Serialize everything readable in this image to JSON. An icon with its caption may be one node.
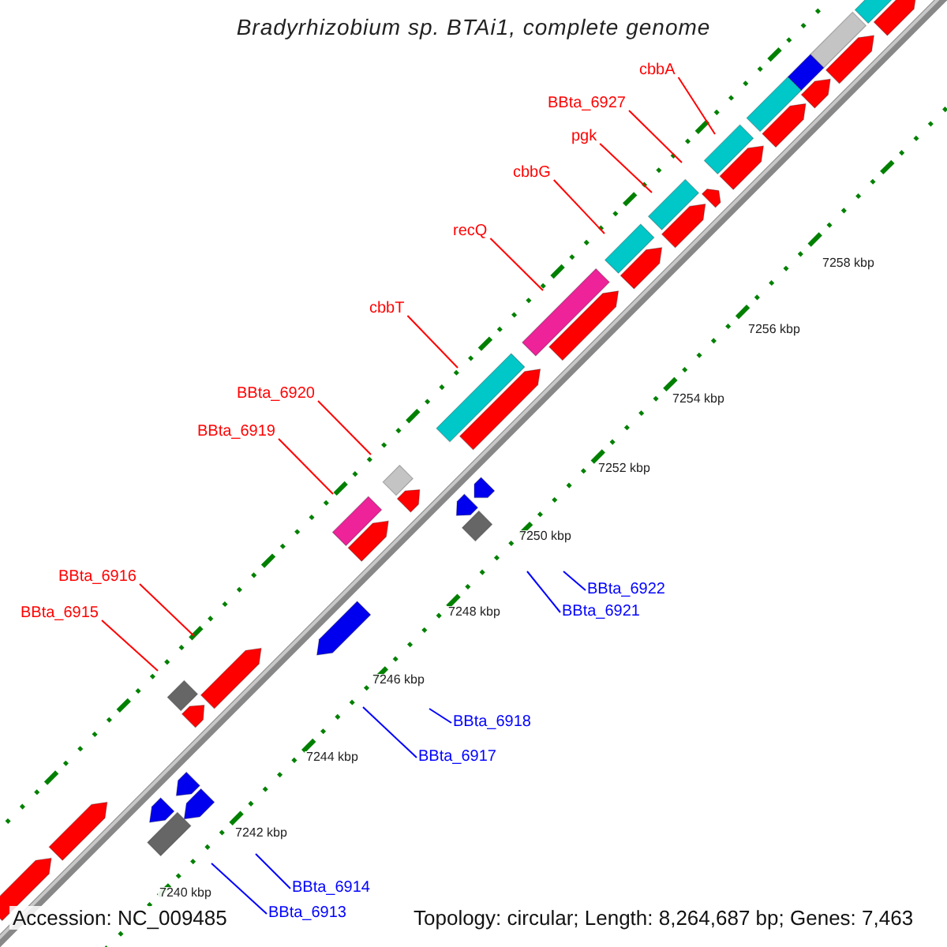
{
  "diagram": {
    "title": "Bradyrhizobium sp. BTAi1, complete genome",
    "nodes": [
      {
        "text": [
          "cbbA"
        ]
      },
      {
        "text": [
          "BBta_6927"
        ]
      },
      {
        "text": [
          "pgk"
        ]
      },
      {
        "text": [
          "cbbG"
        ]
      },
      {
        "text": [
          "recQ"
        ]
      },
      {
        "text": [
          "cbbT"
        ]
      },
      {
        "text": [
          "BBta_6920"
        ]
      },
      {
        "text": [
          "BBta_6919"
        ]
      },
      {
        "text": [
          "BBta_6916"
        ]
      },
      {
        "text": [
          "BBta_6922"
        ]
      },
      {
        "text": [
          "BBta_6921"
        ]
      },
      {
        "text": [
          "BBta_6915"
        ]
      },
      {
        "text": [
          "BBta_6918"
        ]
      },
      {
        "text": [
          "BBta_6917"
        ]
      },
      {
        "text": [
          "BBta_6914"
        ]
      },
      {
        "text": [
          "BBta_6913"
        ]
      }
    ],
    "edges": [
      {
        "from": 0,
        "to": null,
        "arrow": "none"
      },
      {
        "from": 1,
        "to": null,
        "arrow": "none"
      },
      {
        "from": 2,
        "to": null,
        "arrow": "none"
      },
      {
        "from": 3,
        "to": null,
        "arrow": "none"
      },
      {
        "from": 4,
        "to": null,
        "arrow": "none"
      },
      {
        "from": 5,
        "to": null,
        "arrow": "none"
      },
      {
        "from": 6,
        "to": null,
        "arrow": "none"
      },
      {
        "from": 7,
        "to": null,
        "arrow": "none"
      },
      {
        "from": 8,
        "to": null,
        "arrow": "none"
      },
      {
        "from": 9,
        "to": null,
        "arrow": "none",
        "color": "#0000ff"
      },
      {
        "from": 10,
        "to": null,
        "arrow": "none",
        "color": "#0000ff"
      },
      {
        "from": 11,
        "to": null,
        "arrow": "none"
      },
      {
        "from": 12,
        "to": null,
        "arrow": "none",
        "color": "#0000ff"
      },
      {
        "from": 13,
        "to": null,
        "arrow": "none",
        "color": "#0000ff"
      },
      {
        "from": 14,
        "to": null,
        "arrow": "none",
        "color": "#0000ff"
      },
      {
        "from": 15,
        "to": null,
        "arrow": "none",
        "color": "#0000ff"
      }
    ],
    "labels": [
      "7258 kbp",
      "7256 kbp",
      "7254 kbp",
      "7252 kbp",
      "7250 kbp",
      "7248 kbp",
      "7246 kbp",
      "7244 kbp",
      "7242 kbp",
      "7240 kbp",
      "Accession: NC_009485",
      "Topology: circular; Length: 8,264,687 bp; Genes: 7,463"
    ]
  }
}
